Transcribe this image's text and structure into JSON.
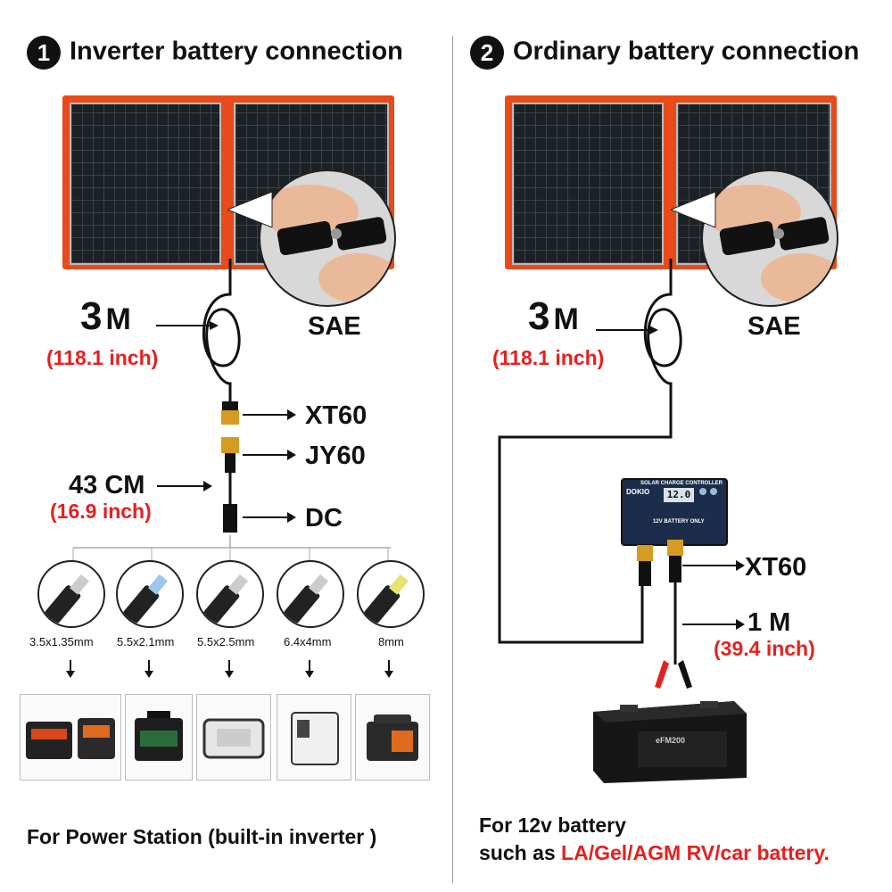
{
  "left": {
    "step": "1",
    "title": "Inverter battery connection",
    "cable_length": {
      "value": "3",
      "unit": "M",
      "inch": "(118.1 inch)"
    },
    "sae_label": "SAE",
    "xt60_label": "XT60",
    "jy60_label": "JY60",
    "cable2": {
      "value": "43 CM",
      "inch": "(16.9 inch)"
    },
    "dc_label": "DC",
    "tips": [
      "3.5x1.35mm",
      "5.5x2.1mm",
      "5.5x2.5mm",
      "6.4x4mm",
      "8mm"
    ],
    "footer": "For Power Station (built-in inverter )"
  },
  "right": {
    "step": "2",
    "title": "Ordinary battery connection",
    "cable_length": {
      "value": "3",
      "unit": "M",
      "inch": "(118.1 inch)"
    },
    "sae_label": "SAE",
    "controller": {
      "brand": "DOKIO",
      "header": "SOLAR CHARGE CONTROLLER",
      "reading": "12.0",
      "note": "12V BATTERY ONLY"
    },
    "xt60_label": "XT60",
    "cable3": {
      "value": "1 M",
      "inch": "(39.4 inch)"
    },
    "battery_brand": "eFM200",
    "footer_line1": "For 12v battery",
    "footer_line2_prefix": "such as ",
    "footer_line2_red": "LA/Gel/AGM RV/car battery."
  },
  "colors": {
    "accent_red": "#e62020",
    "panel_orange": "#e84a1a"
  }
}
